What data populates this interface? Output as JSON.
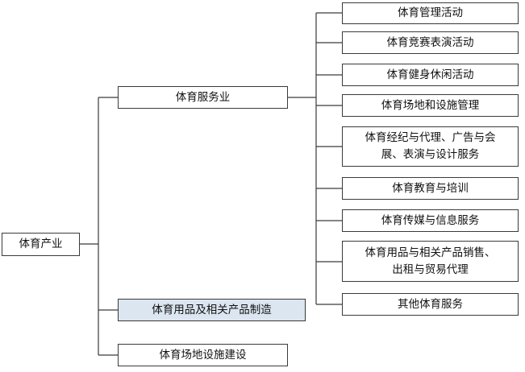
{
  "root": {
    "label": "体育产业"
  },
  "level1": [
    {
      "label": "体育服务业",
      "highlighted": false
    },
    {
      "label": "体育用品及相关产品制造",
      "highlighted": true
    },
    {
      "label": "体育场地设施建设",
      "highlighted": false
    }
  ],
  "services": [
    {
      "label": "体育管理活动"
    },
    {
      "label": "体育竞赛表演活动"
    },
    {
      "label": "体育健身休闲活动"
    },
    {
      "label": "体育场地和设施管理"
    },
    {
      "label": "体育经纪与代理、广告与会\n展、表演与设计服务"
    },
    {
      "label": "体育教育与培训"
    },
    {
      "label": "体育传媒与信息服务"
    },
    {
      "label": "体育用品与相关产品销售、\n出租与贸易代理"
    },
    {
      "label": "其他体育服务"
    }
  ],
  "colors": {
    "line": "#3a3a3a",
    "border": "#3a3a3a",
    "highlight_fill": "#dce6f1"
  }
}
